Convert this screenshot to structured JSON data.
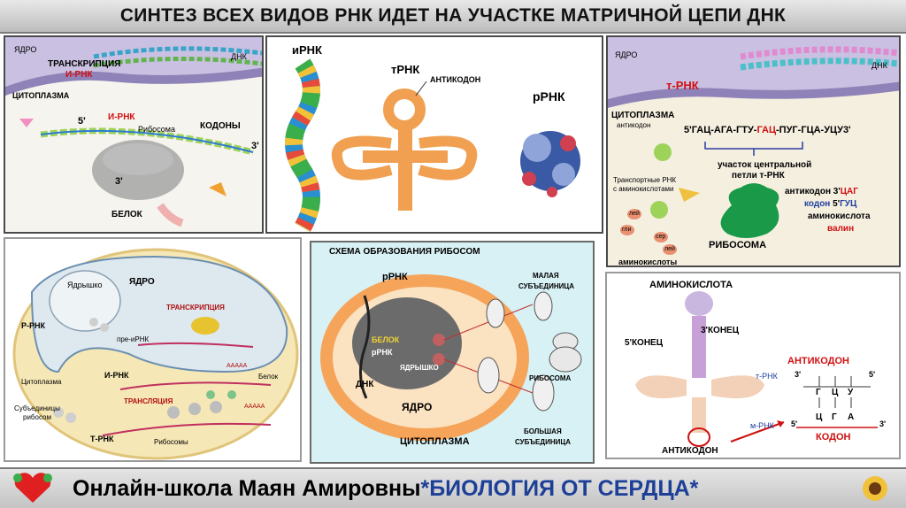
{
  "header": {
    "title": "СИНТЕЗ ВСЕХ ВИДОВ РНК ИДЕТ НА УЧАСТКЕ  МАТРИЧНОЙ ЦЕПИ ДНК"
  },
  "panel_transcription": {
    "nucleus": "ЯДРО",
    "dna": "ДНК",
    "transcription": "ТРАНСКРИПЦИЯ",
    "mrna": "И-РНК",
    "cytoplasm": "ЦИТОПЛАЗМА",
    "five_prime": "5'",
    "mrna2": "И-РНК",
    "codons": "КОДОНЫ",
    "ribosome": "Рибосома",
    "three_prime_a": "3'",
    "three_prime_b": "3'",
    "protein": "БЕЛОК"
  },
  "panel_rna_types": {
    "mrna": "иРНК",
    "trna": "тРНК",
    "anticodon": "АНТИКОДОН",
    "rrna": "рРНК"
  },
  "panel_translation": {
    "nucleus": "ЯДРО",
    "dna": "ДНК",
    "trna": "т-РНК",
    "cytoplasm": "ЦИТОПЛАЗМА",
    "anticodon_small": "антикодон",
    "sequence_prefix": "5'",
    "sequence_a": "ГАЦ-АГА-ГТУ-",
    "sequence_hl": "ГАЦ",
    "sequence_b": "-ПУГ-ГЦА-УЦУ",
    "sequence_suffix": "3'",
    "loop_line1": "участок центральной",
    "loop_line2": "петли т-РНК",
    "transport_line1": "Транспортные РНК",
    "transport_line2": "с аминокислотами",
    "anticodon_label": "антикодон",
    "anticodon_prime": "3'",
    "anticodon_value": "ЦАГ",
    "codon_label": "кодон",
    "codon_prime": "5'",
    "codon_value": "ГУЦ",
    "amino_label": "аминокислота",
    "amino_value": "валин",
    "ribosome": "РИБОСОМА",
    "amino_acids": "аминокислоты",
    "tag_ley": "лей",
    "tag_ser": "сер",
    "tag_gli": "гли",
    "tag_ley2": "лей"
  },
  "panel_cell": {
    "nucleus": "ЯДРО",
    "nucleolus": "Ядрышко",
    "rrna": "Р-РНК",
    "transcription": "ТРАНСКРИПЦИЯ",
    "pre_mrna": "пре-иРНК",
    "mrna": "И-РНК",
    "cytoplasm": "Цитоплазма",
    "protein": "Белок",
    "subunits_line1": "Субъединицы",
    "subunits_line2": "рибосом",
    "translation": "ТРАНСЛЯЦИЯ",
    "trna": "Т-РНК",
    "ribosomes": "Рибосомы",
    "polya_a": "AAAAA",
    "polya_b": "AAAAA"
  },
  "panel_ribosome_formation": {
    "title": "СХЕМА ОБРАЗОВАНИЯ РИБОСОМ",
    "rrna": "рРНК",
    "small_line1": "МАЛАЯ",
    "small_line2": "СУБЪЕДИНИЦА",
    "protein": "БЕЛОК",
    "rrna2": "рРНК",
    "nucleolus": "ЯДРЫШКО",
    "dna": "ДНК",
    "ribosome": "РИБОСОМА",
    "nucleus": "ЯДРО",
    "large_line1": "БОЛЬШАЯ",
    "large_line2": "СУБЪЕДИНИЦА",
    "cytoplasm": "ЦИТОПЛАЗМА"
  },
  "panel_codon_pairing": {
    "amino_acid": "АМИНОКИСЛОТА",
    "five_end": "5'КОНЕЦ",
    "three_end": "3'КОНЕЦ",
    "anticodon_title": "АНТИКОДОН",
    "trna": "т-РНК",
    "trna_prime_l": "3'",
    "trna_prime_r": "5'",
    "anti_bases": [
      "Г",
      "Ц",
      "У"
    ],
    "mrna": "м-РНК",
    "mrna_prime_l": "5'",
    "mrna_prime_r": "3'",
    "codon_bases": [
      "Ц",
      "Г",
      "А"
    ],
    "codon_title": "КОДОН",
    "anticodon_bottom": "АНТИКОДОН"
  },
  "footer": {
    "school": "Онлайн-школа Маян Амировны",
    "slogan": "*БИОЛОГИЯ ОТ СЕРДЦА*"
  },
  "colors": {
    "orange": "#f0a050",
    "nucleus_purple": "#b7a4d6",
    "accent_red": "#d01010",
    "accent_blue": "#1d3f97",
    "ribosome_green": "#2e9e48"
  }
}
